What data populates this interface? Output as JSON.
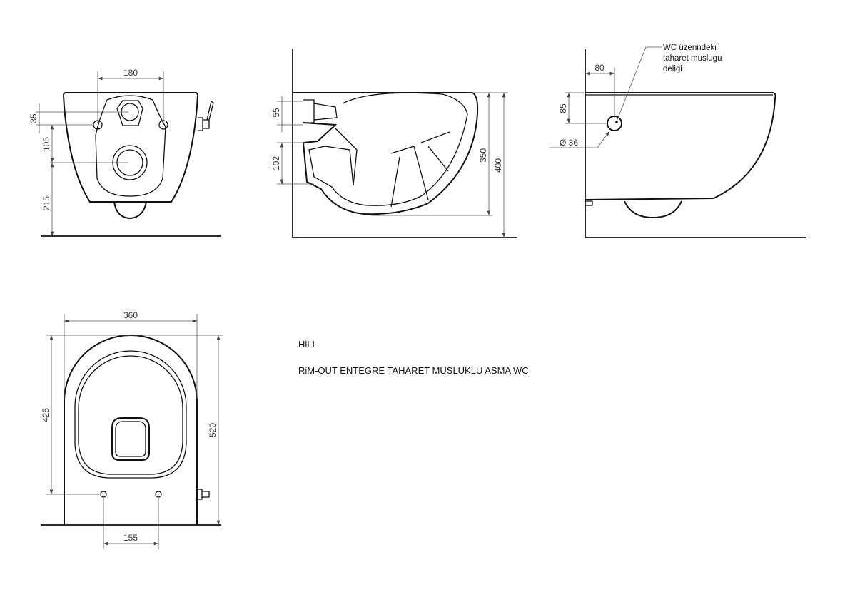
{
  "title": {
    "brand": "HiLL",
    "product": "RiM-OUT ENTEGRE TAHARET MUSLUKLU ASMA WC"
  },
  "front_view": {
    "dims": {
      "width_holes": "180",
      "hole_offset": "35",
      "hole_to_outlet": "105",
      "outlet_height": "215"
    }
  },
  "section_view": {
    "dims": {
      "inlet": "55",
      "outlet": "102",
      "bowl_height": "350",
      "total_height": "400"
    }
  },
  "side_view": {
    "dims": {
      "hole_x": "80",
      "hole_y": "85",
      "hole_diameter": "Ø 36"
    },
    "callout": {
      "line1": "WC üzerindeki",
      "line2": "taharet muslugu",
      "line3": "deligi"
    }
  },
  "plan_view": {
    "dims": {
      "width": "360",
      "depth": "520",
      "seat_depth": "425",
      "hole_spacing": "155"
    }
  }
}
